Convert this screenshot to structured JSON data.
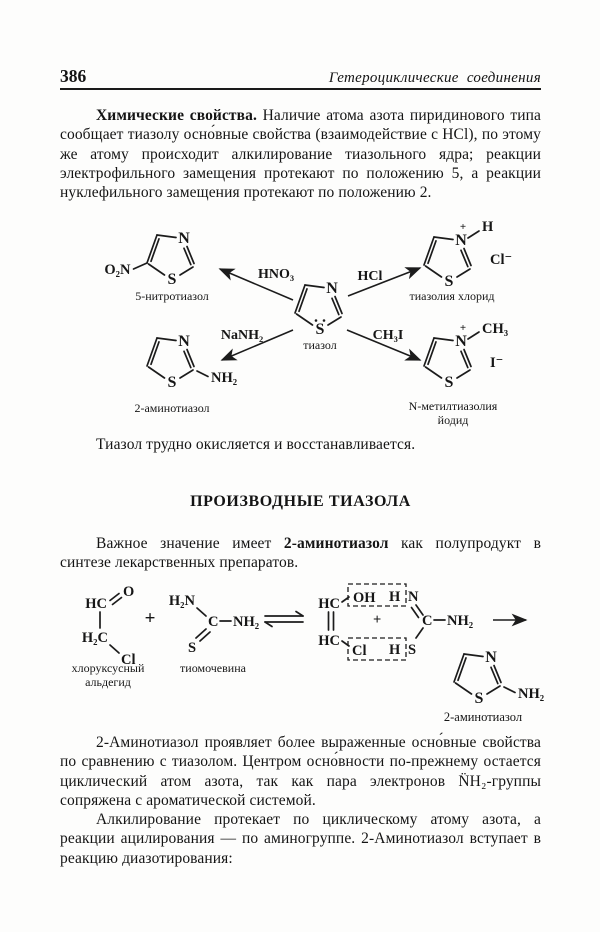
{
  "page": {
    "number": "386",
    "running_head": "Гетероциклические соединения"
  },
  "intro": {
    "lead": "Химические свойства.",
    "text": " Наличие атома азота пиридинового типа сообщает тиазолу осно́вные свойства (взаимодействие с HCl), по этому же атому происходит алкилирование тиазольного ядра; реакции электрофильного замещения протекают по положению 5, а реакции нуклефильного замещения протекают по положению 2."
  },
  "atoms": {
    "n": "N",
    "s": "S",
    "plus": "+"
  },
  "scheme1": {
    "center": {
      "label": "тиазол"
    },
    "reagents": {
      "hno3": "HNO₃",
      "hcl": "HCl",
      "nanh2": "NaNH₂",
      "ch3i": "CH₃I"
    },
    "nitro": {
      "substituent": "O₂N",
      "label": "5-нитротиазол"
    },
    "chloride": {
      "h": "H",
      "ion": "Cl⁻",
      "label": "тиазолия хлорид"
    },
    "amino": {
      "nh2": "NH₂",
      "label": "2-аминотиазол"
    },
    "methyl": {
      "ch3": "CH₃",
      "ion": "I⁻",
      "label1": "N-метилтиазолия",
      "label2": "йодид"
    }
  },
  "note": "Тиазол трудно окисляется и восстанавливается.",
  "section": {
    "title": "ПРОИЗВОДНЫЕ ТИАЗОЛА"
  },
  "para2": {
    "pre": "Важное значение имеет ",
    "bold": "2-аминотиазол",
    "post": " как полупродукт в синтезе лекарственных препаратов."
  },
  "scheme2": {
    "aldehyde": {
      "hc": "HC",
      "o": "O",
      "h2c": "H₂C",
      "cl": "Cl",
      "label1": "хлоруксусный",
      "label2": "альдегид"
    },
    "plus": "+",
    "thiourea": {
      "h2n": "H₂N",
      "c": "C",
      "s": "S",
      "nh2": "NH₂",
      "label": "тиомочевина"
    },
    "intermediate": {
      "hc_top": "HC",
      "oh": "OH",
      "h1": "H",
      "n": "N",
      "c": "C",
      "nh2": "NH₂",
      "plus": "+",
      "hc_bottom": "HC",
      "cl": "Cl",
      "h2": "H",
      "s": "S"
    },
    "product": {
      "nh2": "NH₂",
      "label": "2-аминотиазол"
    }
  },
  "para3": "2-Аминотиазол проявляет более выраженные осно́вные свойства по сравнению с тиазолом. Центром осно́вности по-прежнему остается циклический атом азота, так как пара электронов N̈H₂-группы сопряжена с ароматической системой.",
  "para4": "Алкилирование протекает по циклическому атому азота, а реакции ацилирования — по аминогруппе. 2-Аминотиазол вступает в реакцию диазотирования:"
}
